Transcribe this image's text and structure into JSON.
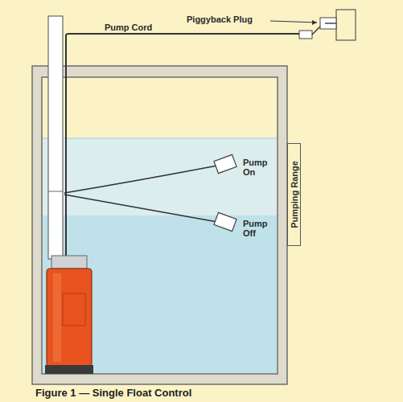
{
  "diagram": {
    "caption": "Figure 1 — Single Float Control",
    "nodes": [
      {
        "text": [
          "Pumping Range"
        ]
      }
    ],
    "labels": [
      "Piggyback Plug",
      "Pump Cord",
      "Pump On",
      "Pump Off"
    ]
  }
}
